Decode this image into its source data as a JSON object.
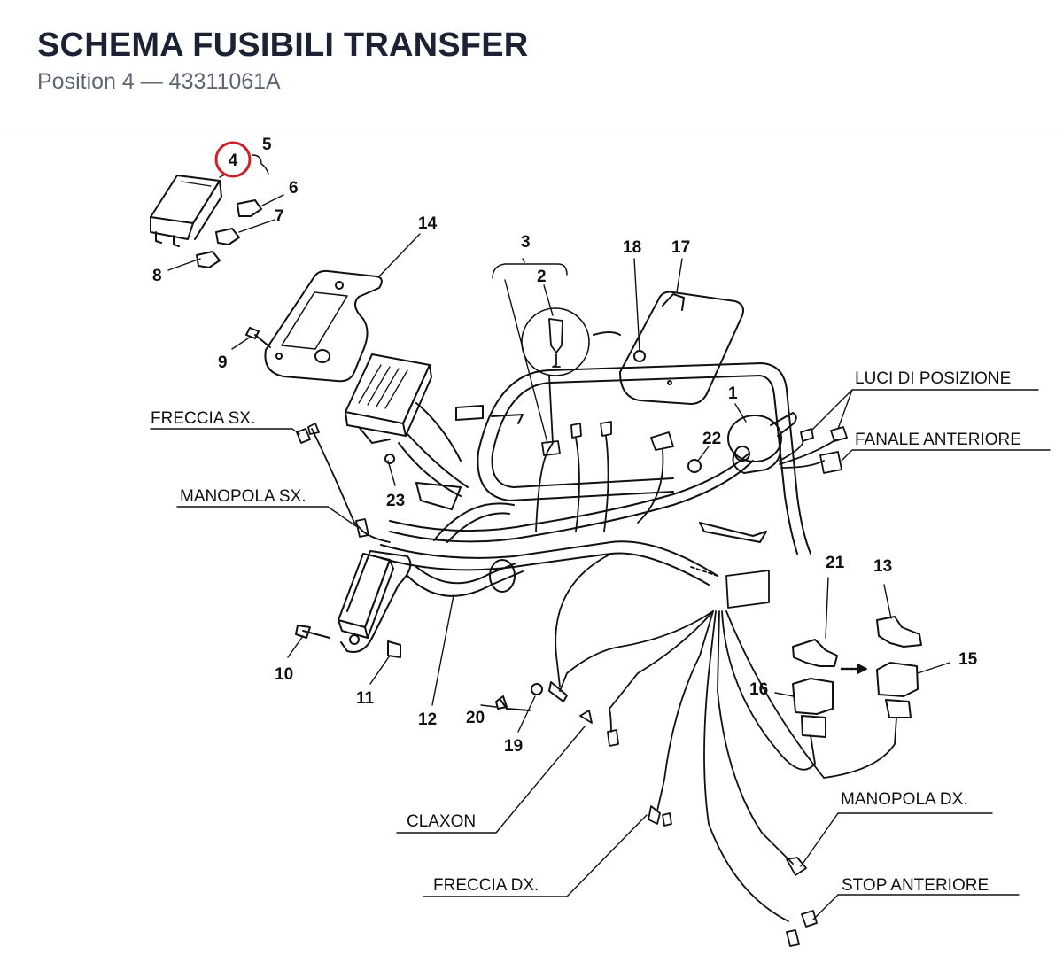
{
  "header": {
    "title": "SCHEMA FUSIBILI TRANSFER",
    "subtitle": "Position 4 — 43311061A"
  },
  "highlight": {
    "part_number": "4",
    "color": "#d0202a"
  },
  "parts": {
    "p1": "1",
    "p2": "2",
    "p3": "3",
    "p5": "5",
    "p6": "6",
    "p7": "7",
    "p8": "8",
    "p9": "9",
    "p10": "10",
    "p11": "11",
    "p12": "12",
    "p13": "13",
    "p14": "14",
    "p15": "15",
    "p16": "16",
    "p17": "17",
    "p18": "18",
    "p19": "19",
    "p20": "20",
    "p21": "21",
    "p22": "22",
    "p23": "23"
  },
  "labels": {
    "freccia_sx": "FRECCIA SX.",
    "manopola_sx": "MANOPOLA SX.",
    "luci_posizione": "LUCI DI POSIZIONE",
    "fanale_anteriore": "FANALE ANTERIORE",
    "claxon": "CLAXON",
    "freccia_dx": "FRECCIA DX.",
    "manopola_dx": "MANOPOLA DX.",
    "stop_anteriore": "STOP ANTERIORE"
  }
}
